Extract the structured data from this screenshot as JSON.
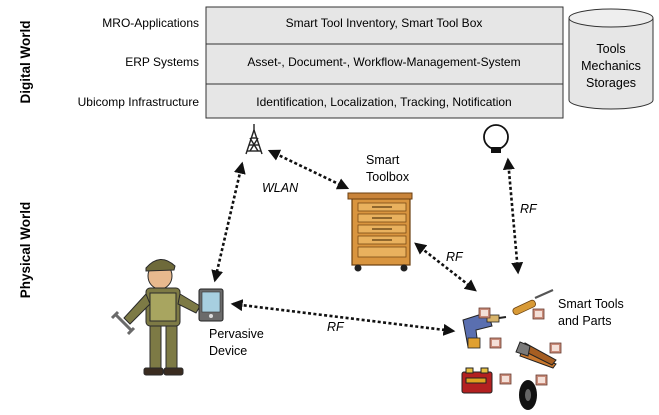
{
  "sections": {
    "digital": "Digital World",
    "physical": "Physical World"
  },
  "layers": [
    {
      "label": "MRO-Applications",
      "content": "Smart Tool Inventory, Smart Tool Box"
    },
    {
      "label": "ERP Systems",
      "content": "Asset-, Document-, Workflow-Management-System"
    },
    {
      "label": "Ubicomp Infrastructure",
      "content": "Identification, Localization, Tracking, Notification"
    }
  ],
  "storage": {
    "lines": [
      "Tools",
      "Mechanics",
      "Storages"
    ]
  },
  "nodes": {
    "smart_toolbox": [
      "Smart",
      "Toolbox"
    ],
    "pervasive_device": [
      "Pervasive",
      "Device"
    ],
    "smart_tools": [
      "Smart Tools",
      "and Parts"
    ]
  },
  "links": {
    "wlan": "WLAN",
    "rf_toolbox": "RF",
    "rf_reader": "RF",
    "rf_device": "RF"
  },
  "icons": {
    "antenna": "antenna-tower-icon",
    "reader": "rf-reader-loop-icon",
    "toolbox": "toolbox-icon",
    "mechanic": "mechanic-figure-icon",
    "device": "pda-icon",
    "tools": "tools-and-parts-icon",
    "tags": "rfid-tag-icon"
  },
  "colors": {
    "box_fill": "#e6e6e6",
    "toolbox_wood": "#d9953f",
    "tag": "#c88b7a"
  }
}
